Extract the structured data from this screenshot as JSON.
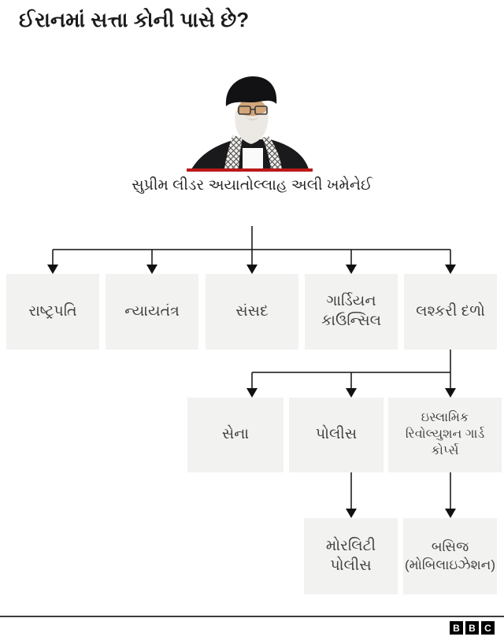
{
  "title": "ઈરાનમાં સત્તા કોની પાસે છે?",
  "supreme_leader": {
    "caption": "સુપ્રીમ લીડર અયાતોલ્લાહ અલી ખમેનેઈ",
    "portrait": "ayatollah-ali-khamenei-photo",
    "underline_color": "#bb1919"
  },
  "chart_data": {
    "type": "org-chart",
    "root": "સુપ્રીમ લીડર અયાતોલ્લાહ અલી ખમેનેઈ",
    "level1": [
      "રાષ્ટ્રપતિ",
      "ન્યાયતંત્ર",
      "સંસદ",
      "ગાર્ડિયન કાઉન્સિલ",
      "લશ્કરી દળો"
    ],
    "level2_parent": "લશ્કરી દળો",
    "level2": [
      "સેના",
      "પોલીસ",
      "ઇસ્લામિક રિવોલ્યુશન ગાર્ડ કોર્પ્સ"
    ],
    "level3": [
      {
        "parent": "પોલીસ",
        "label": "મોરલિટી પોલીસ"
      },
      {
        "parent": "ઇસ્લામિક રિવોલ્યુશન ગાર્ડ કોર્પ્સ",
        "label": "બસિજ (મોબિલાઇઝેશન)"
      }
    ]
  },
  "footer": {
    "logo": [
      "B",
      "B",
      "C"
    ]
  },
  "colors": {
    "accent_red": "#bb1919",
    "box_bg": "#f2f2f0",
    "box_text": "#414141",
    "line": "#111111",
    "title_text": "#1b1b1b"
  }
}
